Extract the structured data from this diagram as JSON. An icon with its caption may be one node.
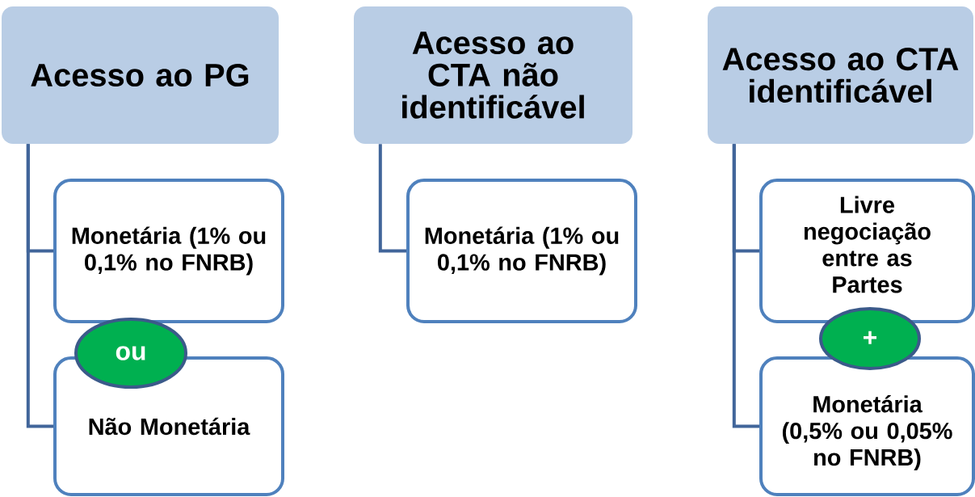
{
  "diagram": {
    "nodes": [
      {
        "text": [
          "Acesso ao PG"
        ]
      },
      {
        "text": [
          "Monetária (1% ou 0,1% no FNRB)"
        ]
      },
      {
        "text": [
          "ou"
        ]
      },
      {
        "text": [
          "Não Monetária"
        ]
      },
      {
        "text": [
          "Acesso ao CTA não identificável"
        ]
      },
      {
        "text": [
          "Monetária (1% ou 0,1% no FNRB)"
        ]
      },
      {
        "text": [
          "Acesso ao CTA identificável"
        ]
      },
      {
        "text": [
          "Livre negociação entre as Partes"
        ]
      },
      {
        "text": [
          "+"
        ]
      },
      {
        "text": [
          "Monetária (0,5% ou 0,05% no FNRB)"
        ]
      }
    ],
    "edges": [
      {
        "from": 0,
        "to": 1,
        "arrow": "none"
      },
      {
        "from": 0,
        "to": 3,
        "arrow": "none"
      },
      {
        "from": 4,
        "to": 5,
        "arrow": "none"
      },
      {
        "from": 6,
        "to": 7,
        "arrow": "none"
      },
      {
        "from": 6,
        "to": 9,
        "arrow": "none"
      }
    ]
  }
}
